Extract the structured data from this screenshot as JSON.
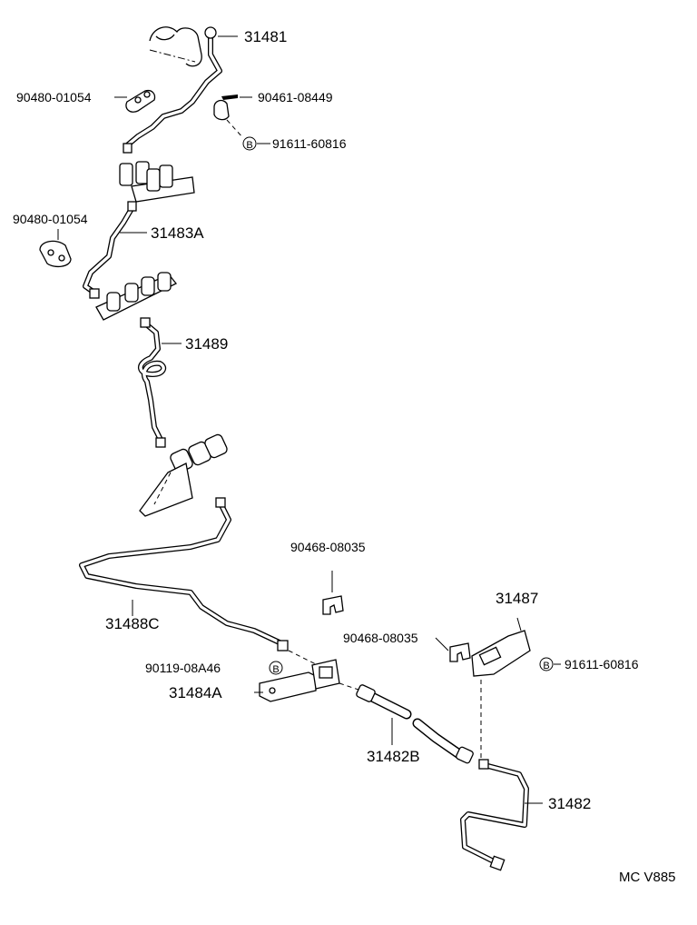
{
  "labels": {
    "p31481": "31481",
    "p90480_top": "90480-01054",
    "p90461": "90461-08449",
    "p91611_top": "91611-60816",
    "p90480_mid": "90480-01054",
    "p31483A": "31483A",
    "p31489": "31489",
    "p90468_top": "90468-08035",
    "p31487": "31487",
    "p90468_mid": "90468-08035",
    "p91611_right": "91611-60816",
    "p31488C": "31488C",
    "p90119": "90119-08A46",
    "p31484A": "31484A",
    "p31482B": "31482B",
    "p31482": "31482",
    "diagram_code": "MC V885"
  },
  "markers": {
    "bolt_symbol": "B"
  }
}
